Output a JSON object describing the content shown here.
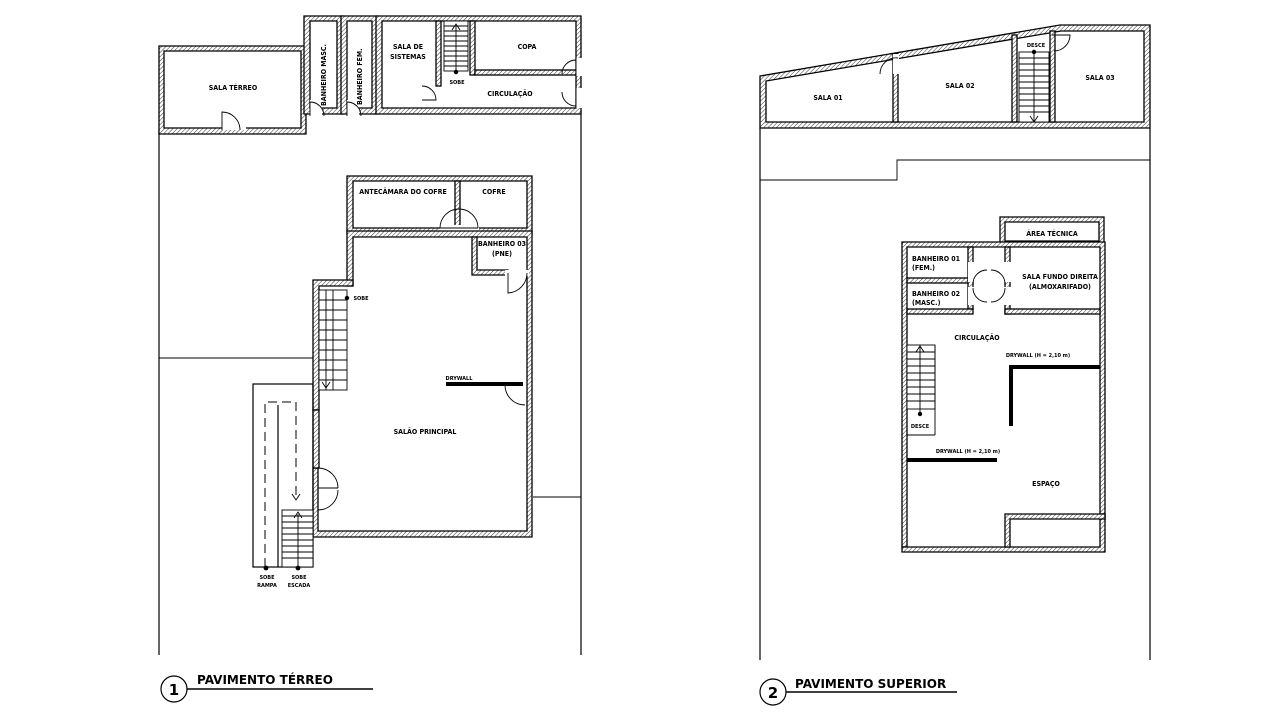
{
  "ground_floor": {
    "title": "PAVIMENTO TÉRREO",
    "number": "1",
    "rooms": {
      "sala_terreo": "SALA TÉRREO",
      "banheiro_masc": "BANHEIRO MASC.",
      "banheiro_fem": "BANHEIRO FEM.",
      "sala_sistemas_1": "SALA DE",
      "sala_sistemas_2": "SISTEMAS",
      "copa": "COPA",
      "circulacao": "CIRCULAÇÃO",
      "antecamara": "ANTECÂMARA DO COFRE",
      "cofre": "COFRE",
      "banheiro03_1": "BANHEIRO 03",
      "banheiro03_2": "(PNE)",
      "salao": "SALÃO PRINCIPAL",
      "drywall": "DRYWALL"
    },
    "annotations": {
      "sobe_top": "SOBE",
      "sobe_stair": "SOBE",
      "sobe_rampa_1": "SOBE",
      "sobe_rampa_2": "RAMPA",
      "sobe_escada_1": "SOBE",
      "sobe_escada_2": "ESCADA"
    }
  },
  "upper_floor": {
    "title": "PAVIMENTO SUPERIOR",
    "number": "2",
    "rooms": {
      "sala01": "SALA 01",
      "sala02": "SALA 02",
      "sala03": "SALA 03",
      "area_tecnica": "ÁREA TÉCNICA",
      "banheiro01_1": "BANHEIRO 01",
      "banheiro01_2": "(FEM.)",
      "banheiro02_1": "BANHEIRO 02",
      "banheiro02_2": "(MASC.)",
      "sala_fundo_1": "SALA FUNDO DIREITA",
      "sala_fundo_2": "(ALMOXARIFADO)",
      "circulacao": "CIRCULAÇÃO",
      "drywall_top": "DRYWALL (H = 2,10 m)",
      "drywall_bottom": "DRYWALL (H = 2,10 m)",
      "espaco": "ESPAÇO"
    },
    "annotations": {
      "desce_top": "DESCE",
      "desce_stair": "DESCE"
    }
  }
}
